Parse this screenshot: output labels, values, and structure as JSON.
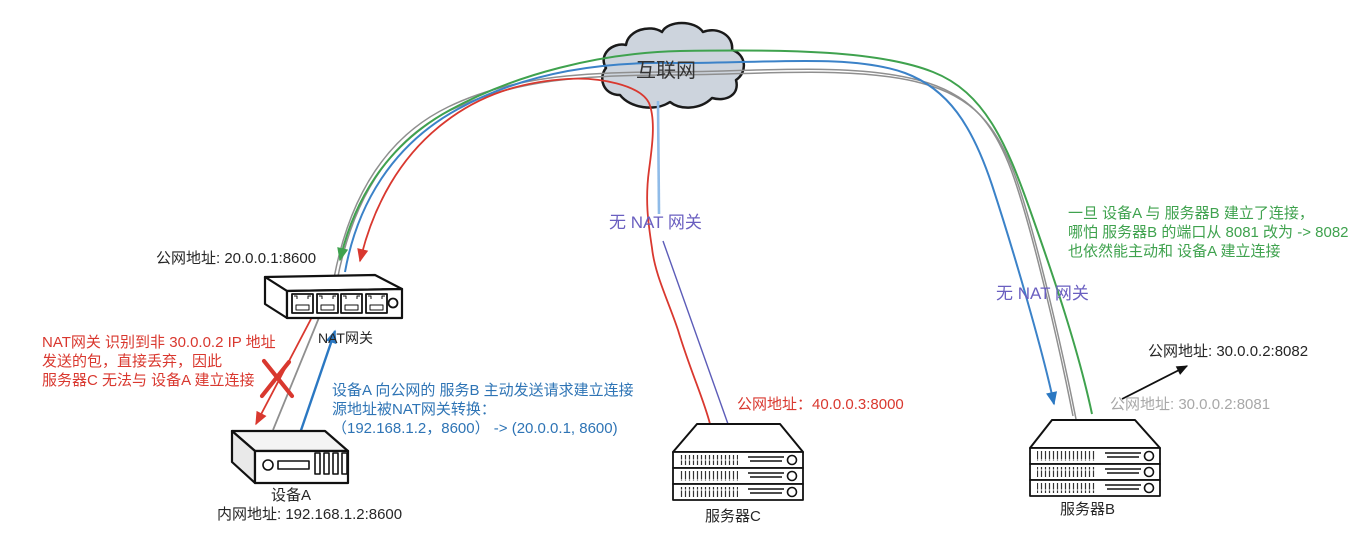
{
  "diagram": {
    "internet_label": "互联网",
    "nat": {
      "public_address": "公网地址: 20.0.0.1:8600",
      "label": "NAT网关"
    },
    "device_a": {
      "label": "设备A",
      "internal_address": "内网地址: 192.168.1.2:8600"
    },
    "server_c": {
      "label": "服务器C",
      "public_address": "公网地址：40.0.0.3:8000"
    },
    "server_b": {
      "label": "服务器B",
      "address_new": "公网地址: 30.0.0.2:8082",
      "address_old": "公网地址: 30.0.0.2:8081"
    },
    "no_nat_label_middle": "无 NAT 网关",
    "no_nat_label_right": "无 NAT 网关",
    "notes": {
      "red": [
        "NAT网关 识别到非 30.0.0.2 IP 地址",
        "发送的包，直接丢弃，因此",
        "服务器C 无法与 设备A 建立连接"
      ],
      "blue": [
        "设备A 向公网的 服务B 主动发送请求建立连接",
        "源地址被NAT网关转换：",
        "（192.168.1.2，8600） -> (20.0.0.1, 8600)"
      ],
      "green": [
        "一旦 设备A 与 服务器B 建立了连接，",
        "哪怕 服务器B 的端口从 8081 改为 -> 8082",
        "也依然能主动和 设备A 建立连接"
      ]
    },
    "icons": [
      "internet-cloud-icon",
      "nat-gateway-icon",
      "device-a-icon",
      "server-c-icon",
      "server-b-icon"
    ],
    "colors": {
      "red": "#d9382f",
      "blue_text": "#2e74b5",
      "blue_line": "#3b82c8",
      "green": "#3fa24e",
      "gray_line": "#8f8f8f",
      "purple": "#6a5fc0",
      "light_blue": "#8fbbe8",
      "indigo_line": "#5c5cb8",
      "black_text": "#262626",
      "gray_text": "#a8a8a8"
    }
  }
}
